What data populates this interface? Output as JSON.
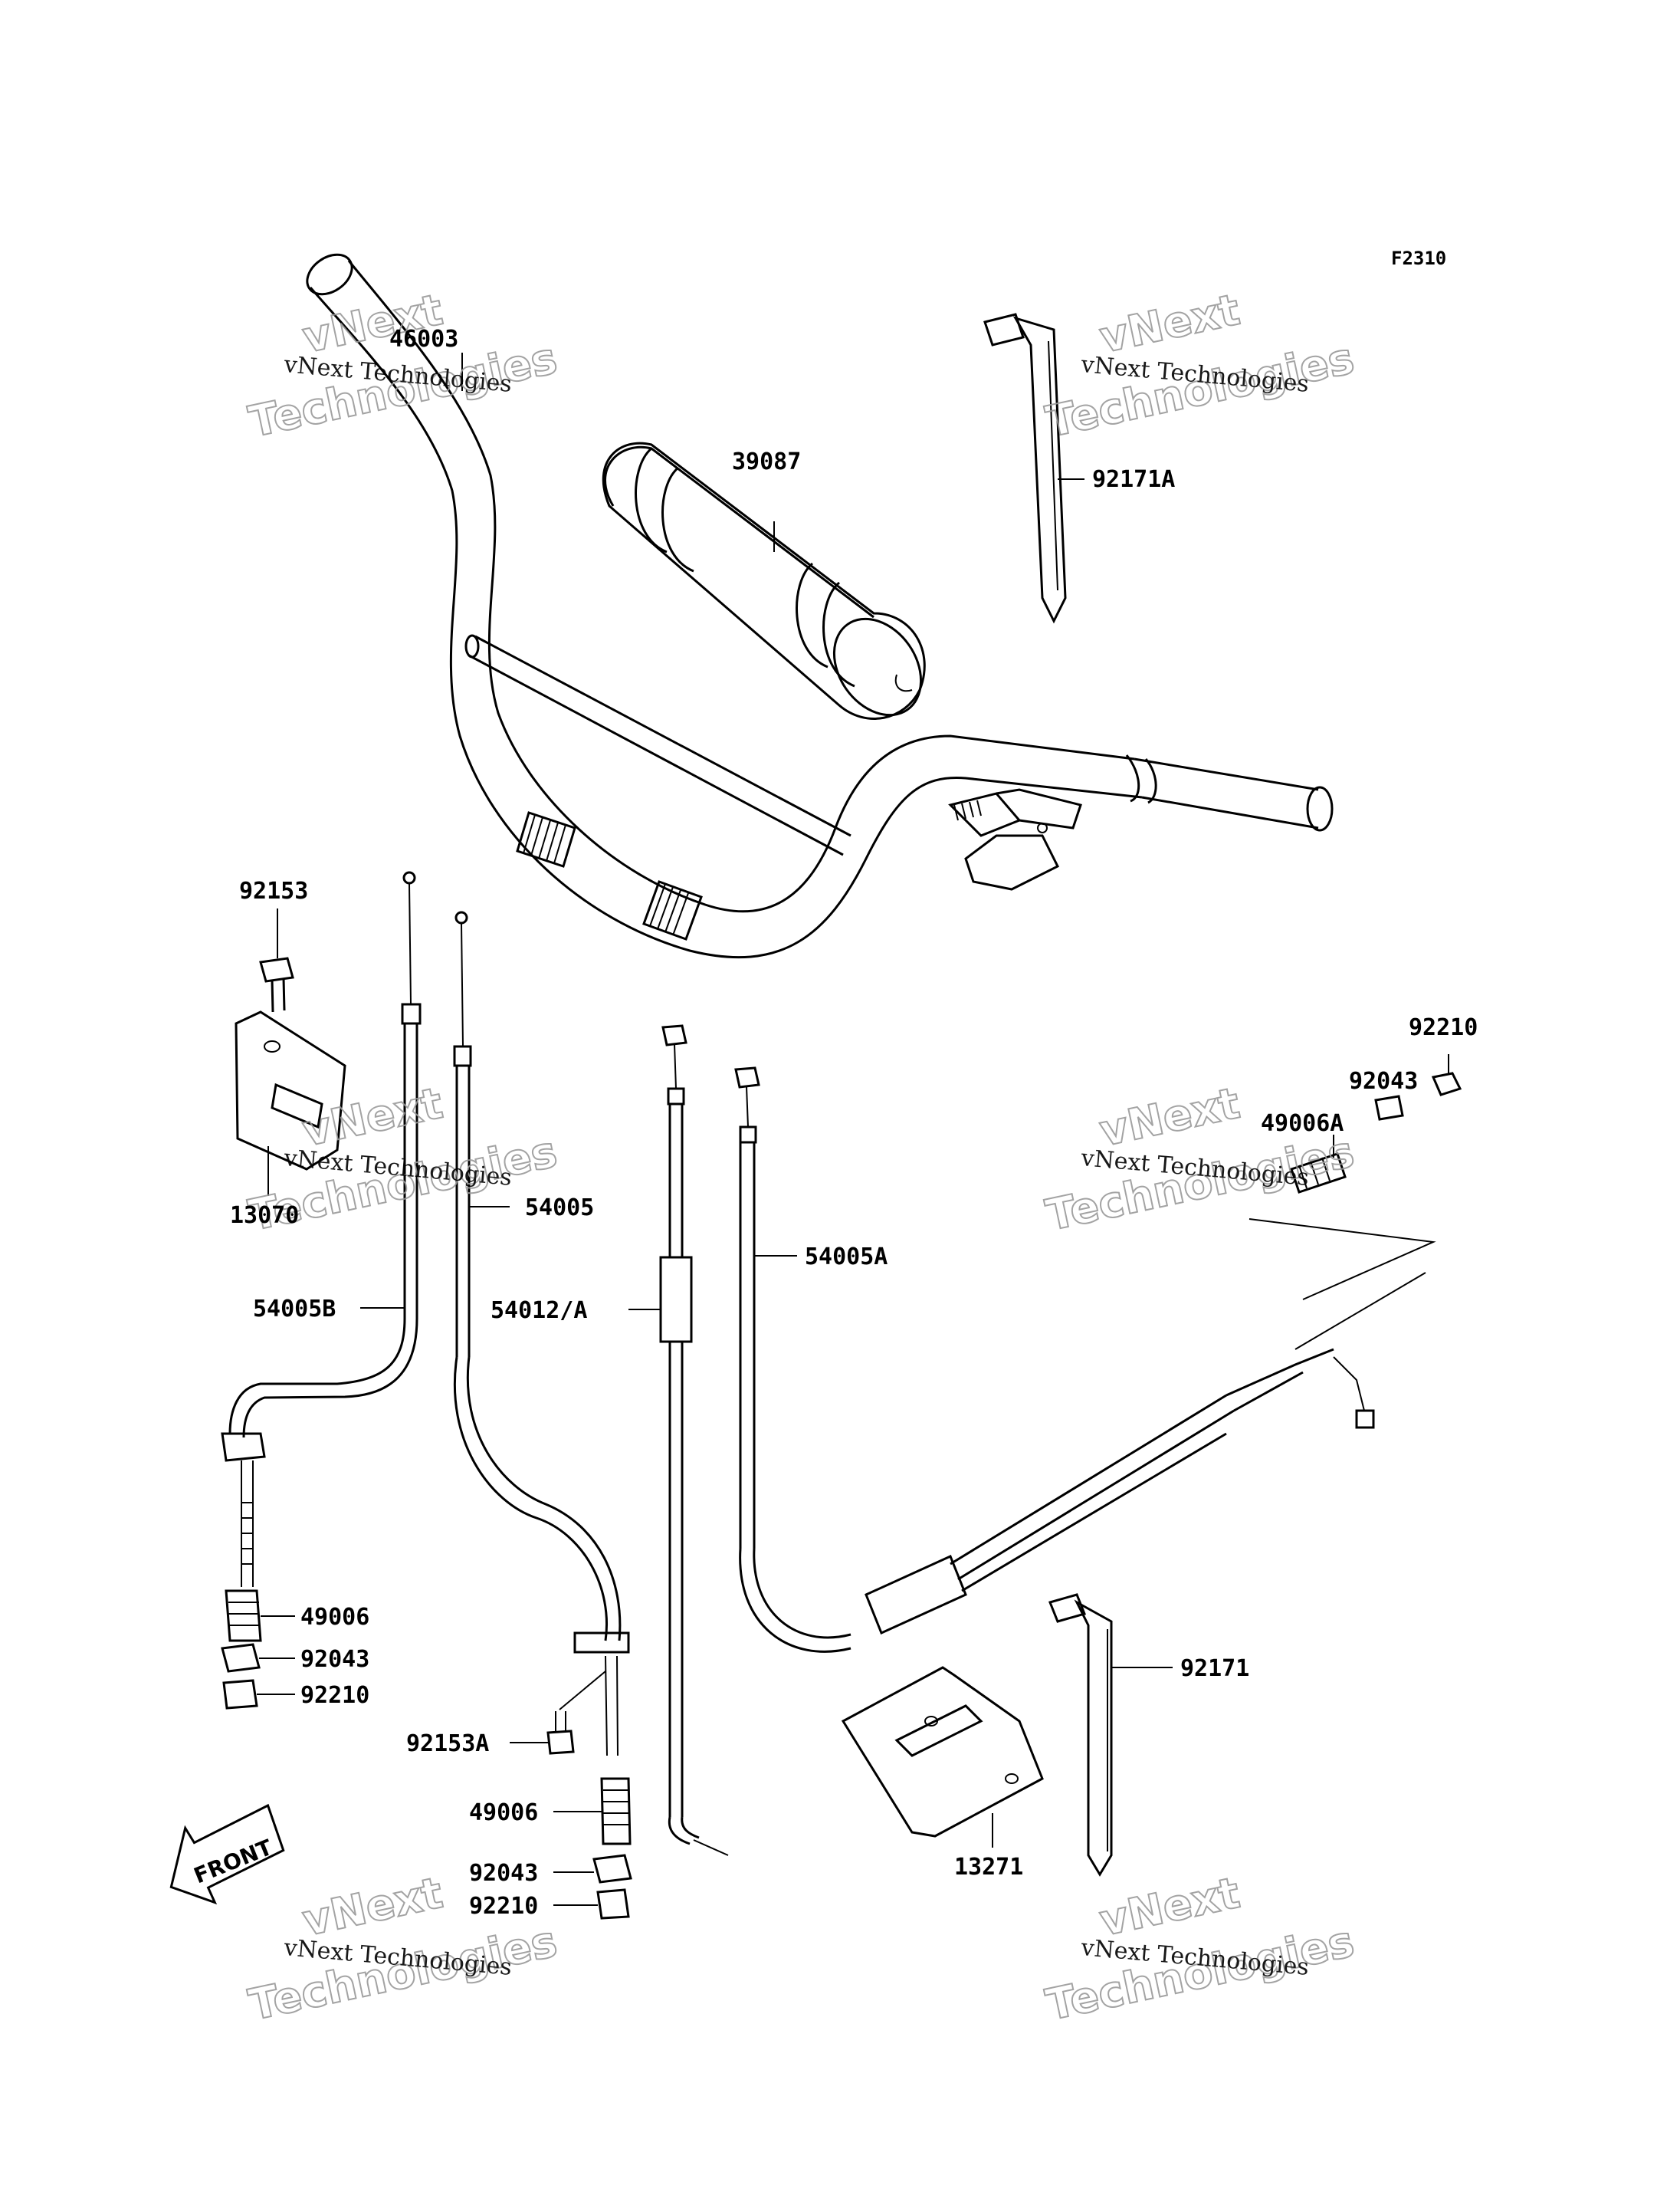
{
  "figure_code": "F2310",
  "watermark": {
    "line1": "vNext",
    "line2": "Technologies",
    "small": "vNext Technologies"
  },
  "front_label": "FRONT",
  "labels": {
    "p46003": "46003",
    "p39087": "39087",
    "p92171A": "92171A",
    "p92153": "92153",
    "p13070": "13070",
    "p54005": "54005",
    "p54005B": "54005B",
    "p54012A": "54012/A",
    "p54005A": "54005A",
    "p92210r": "92210",
    "p92043r": "92043",
    "p49006Ar": "49006A",
    "p49006l": "49006",
    "p92043l": "92043",
    "p92210l": "92210",
    "p92153A": "92153A",
    "p49006c": "49006",
    "p92043c": "92043",
    "p92210c": "92210",
    "p92171": "92171",
    "p13271": "13271"
  }
}
